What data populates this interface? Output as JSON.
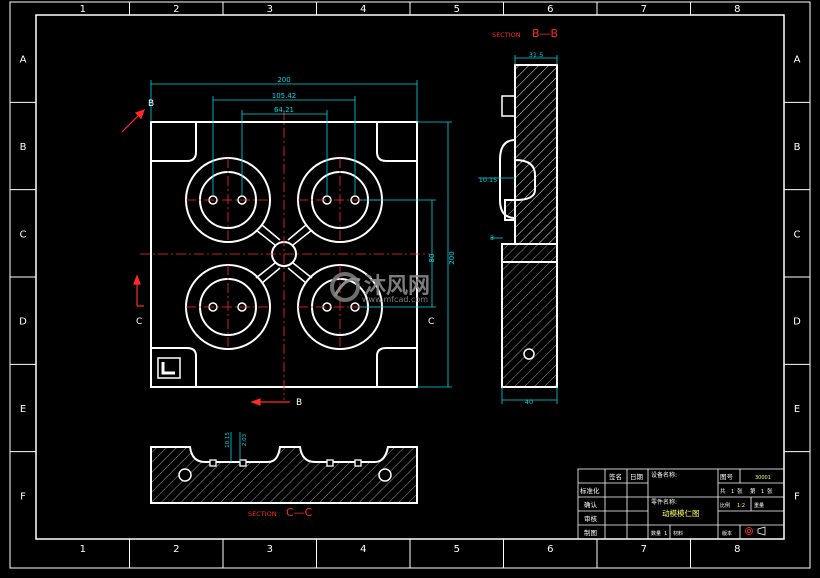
{
  "border": {
    "columns": [
      "1",
      "2",
      "3",
      "4",
      "5",
      "6",
      "7",
      "8"
    ],
    "rows": [
      "A",
      "B",
      "C",
      "D",
      "E",
      "F"
    ]
  },
  "views": {
    "section_bb_label": "SECTION",
    "section_bb_name": "B—B",
    "section_cc_label": "SECTION",
    "section_cc_name": "C—C",
    "cut_b_top": "B",
    "cut_b_bottom": "B",
    "cut_c_left": "C",
    "cut_c_right": "C"
  },
  "dimensions": {
    "overall_width": "200",
    "hole_span": "105.42",
    "inner_span": "64.21",
    "height_total": "200",
    "height_partial": "80",
    "side_width_top": "31.5",
    "side_offset": "10.15",
    "side_small": "3",
    "side_width_bottom": "40",
    "cc_dim_1": "10.15",
    "cc_dim_2": "2.03"
  },
  "watermark": {
    "brand": "沐风网",
    "url": "www.mfcad.com"
  },
  "title_block": {
    "h_sign": "签名",
    "h_date": "日期",
    "device_label": "设备名称:",
    "drawing_no_label": "图号",
    "drawing_no": "30001",
    "total_label": "共",
    "total_value": "1",
    "sheet_unit": "张",
    "sheet_label": "第",
    "sheet_value": "1",
    "sheet_unit2": "张",
    "ratio_label": "比例",
    "ratio_value": "1:2",
    "weight_label": "重量",
    "row_standard": "标准化",
    "row_confirm": "确认",
    "row_review": "审核",
    "row_draw": "制图",
    "part_label": "零件名称:",
    "part_name": "动模模仁图",
    "qty_label": "数量",
    "qty_value": "1",
    "material_label": "材料",
    "version_label": "版本"
  }
}
